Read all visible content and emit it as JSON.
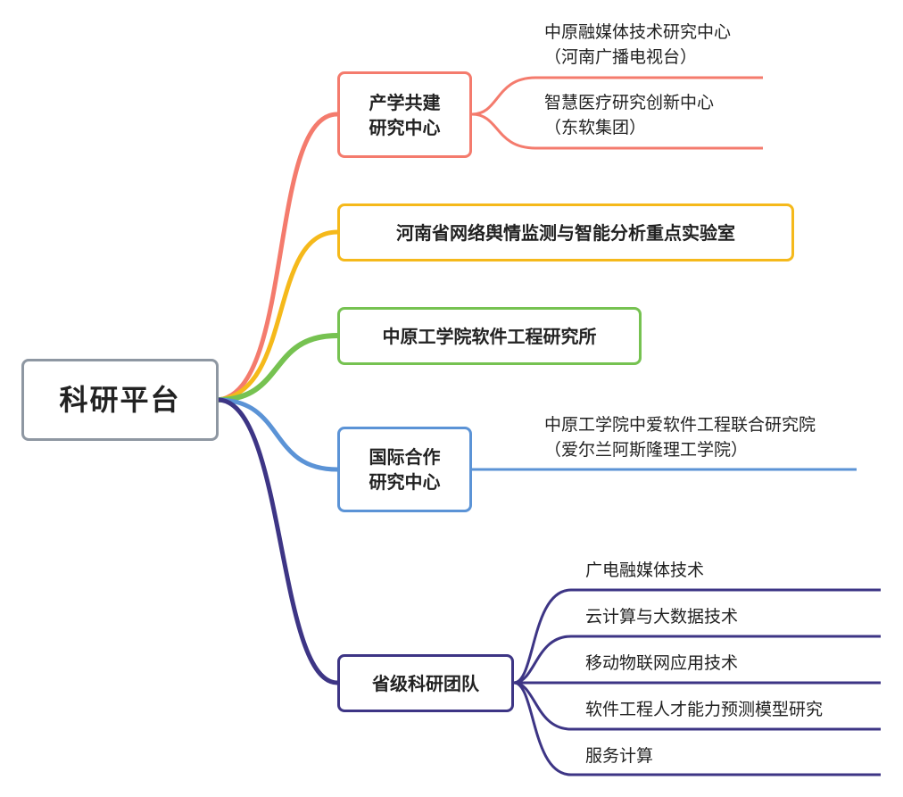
{
  "root": {
    "label": "科研平台"
  },
  "branches": [
    {
      "label": "产学共建\n研究中心",
      "color": "#f47b6d",
      "children": [
        "中原融媒体技术研究中心\n（河南广播电视台）",
        "智慧医疗研究创新中心\n（东软集团）"
      ]
    },
    {
      "label": "河南省网络舆情监测与智能分析重点实验室",
      "color": "#f5b91b",
      "children": []
    },
    {
      "label": "中原工学院软件工程研究所",
      "color": "#76c251",
      "children": []
    },
    {
      "label": "国际合作\n研究中心",
      "color": "#5b93d6",
      "children": [
        "中原工学院中爱软件工程联合研究院\n（爱尔兰阿斯隆理工学院）"
      ]
    },
    {
      "label": "省级科研团队",
      "color": "#3d3585",
      "children": [
        "广电融媒体技术",
        "云计算与大数据技术",
        "移动物联网应用技术",
        "软件工程人才能力预测模型研究",
        "服务计算"
      ]
    }
  ]
}
